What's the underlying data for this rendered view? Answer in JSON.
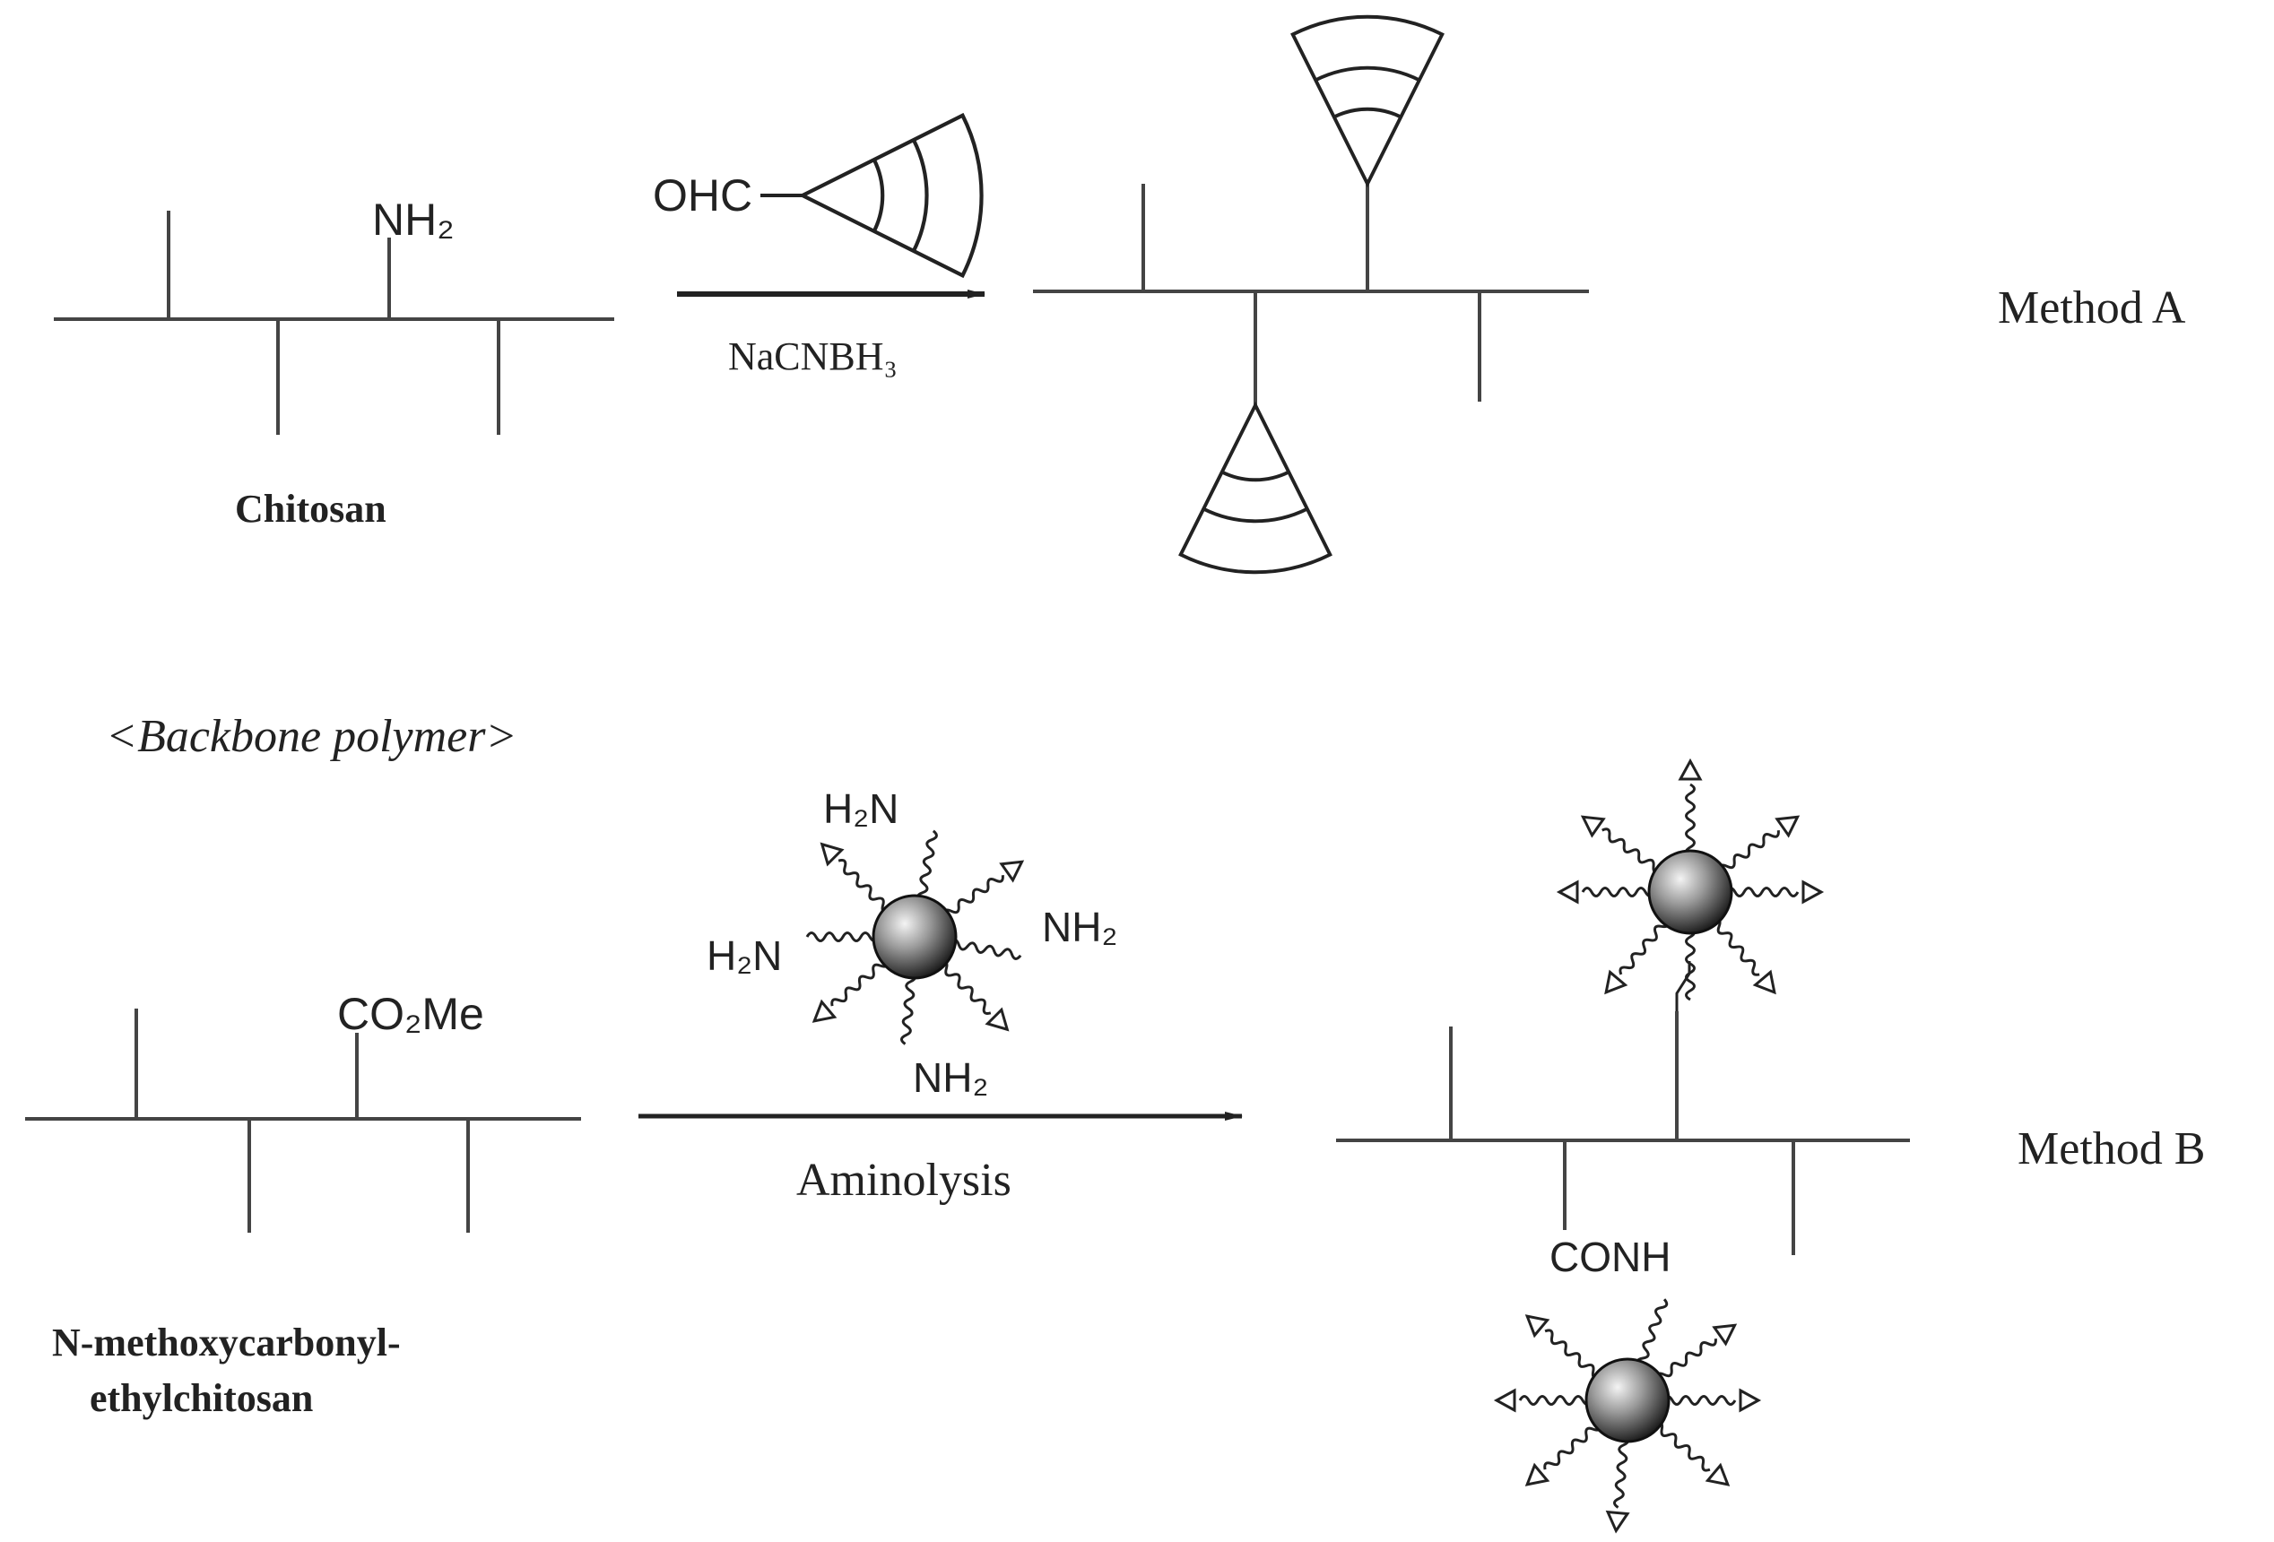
{
  "method_a": {
    "backbone_group": "NH₂",
    "backbone_name": "Chitosan",
    "reagent_group": "OHC",
    "reagent_cond": "NaCNBH₃",
    "method_label": "Method A"
  },
  "section_label": "<Backbone polymer>",
  "method_b": {
    "backbone_group": "CO₂Me",
    "backbone_name_line1": "N-methoxycarbonyl-",
    "backbone_name_line2": "ethylchitosan",
    "amine_top": "H₂N",
    "amine_left": "H₂N",
    "amine_right": "NH₂",
    "amine_bottom": "NH₂",
    "reaction_cond": "Aminolysis",
    "linker_label": "CONH",
    "method_label": "Method B"
  },
  "colors": {
    "ink": "#222222",
    "sphere_dark": "#2a2a2a",
    "sphere_light": "#e8e8e8"
  }
}
